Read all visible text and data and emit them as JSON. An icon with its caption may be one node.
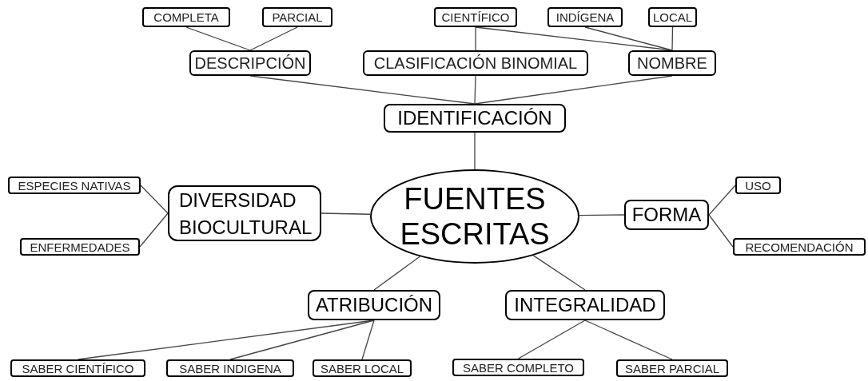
{
  "diagram": {
    "nodes": [
      {
        "text": [
          "FUENTES ESCRITAS"
        ]
      },
      {
        "text": [
          "IDENTIFICACIÓN"
        ]
      },
      {
        "text": [
          "DESCRIPCIÓN"
        ]
      },
      {
        "text": [
          "CLASIFICACIÓN BINOMIAL"
        ]
      },
      {
        "text": [
          "NOMBRE"
        ]
      },
      {
        "text": [
          "COMPLETA"
        ]
      },
      {
        "text": [
          "PARCIAL"
        ]
      },
      {
        "text": [
          "CIENTÍFICO"
        ]
      },
      {
        "text": [
          "INDÍGENA"
        ]
      },
      {
        "text": [
          "LOCAL"
        ]
      },
      {
        "text": [
          "DIVERSIDAD BIOCULTURAL"
        ]
      },
      {
        "text": [
          "ESPECIES NATIVAS"
        ]
      },
      {
        "text": [
          "ENFERMEDADES"
        ]
      },
      {
        "text": [
          "FORMA"
        ]
      },
      {
        "text": [
          "USO"
        ]
      },
      {
        "text": [
          "RECOMENDACIÓN"
        ]
      },
      {
        "text": [
          "ATRIBUCIÓN"
        ]
      },
      {
        "text": [
          "INTEGRALIDAD"
        ]
      },
      {
        "text": [
          "SABER CIENTÍFICO"
        ]
      },
      {
        "text": [
          "SABER INDIGENA"
        ]
      },
      {
        "text": [
          "SABER LOCAL"
        ]
      },
      {
        "text": [
          "SABER COMPLETO"
        ]
      },
      {
        "text": [
          "SABER PARCIAL"
        ]
      }
    ],
    "edges": [
      {
        "from": 0,
        "to": 1,
        "arrow": "none"
      },
      {
        "from": 1,
        "to": 2,
        "arrow": "none"
      },
      {
        "from": 1,
        "to": 3,
        "arrow": "none"
      },
      {
        "from": 1,
        "to": 4,
        "arrow": "none"
      },
      {
        "from": 2,
        "to": 5,
        "arrow": "none"
      },
      {
        "from": 2,
        "to": 6,
        "arrow": "none"
      },
      {
        "from": 3,
        "to": 7,
        "arrow": "none"
      },
      {
        "from": 4,
        "to": 7,
        "arrow": "none"
      },
      {
        "from": 4,
        "to": 8,
        "arrow": "none"
      },
      {
        "from": 4,
        "to": 9,
        "arrow": "none"
      },
      {
        "from": 0,
        "to": 10,
        "arrow": "none"
      },
      {
        "from": 10,
        "to": 11,
        "arrow": "none"
      },
      {
        "from": 10,
        "to": 12,
        "arrow": "none"
      },
      {
        "from": 0,
        "to": 13,
        "arrow": "none"
      },
      {
        "from": 13,
        "to": 14,
        "arrow": "none"
      },
      {
        "from": 13,
        "to": 15,
        "arrow": "none"
      },
      {
        "from": 0,
        "to": 16,
        "arrow": "none"
      },
      {
        "from": 0,
        "to": 17,
        "arrow": "none"
      },
      {
        "from": 16,
        "to": 18,
        "arrow": "none"
      },
      {
        "from": 16,
        "to": 19,
        "arrow": "none"
      },
      {
        "from": 16,
        "to": 20,
        "arrow": "none"
      },
      {
        "from": 17,
        "to": 21,
        "arrow": "none"
      },
      {
        "from": 17,
        "to": 22,
        "arrow": "none"
      }
    ]
  }
}
